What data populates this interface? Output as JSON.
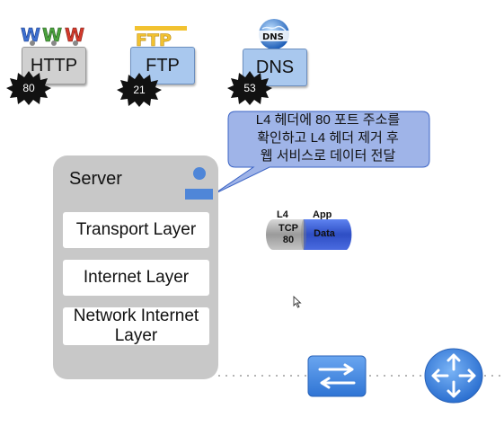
{
  "protocols": [
    {
      "name": "HTTP",
      "port": "80",
      "logo_text": "WWW"
    },
    {
      "name": "FTP",
      "port": "21",
      "logo_text": "FTP"
    },
    {
      "name": "DNS",
      "port": "53",
      "logo_text": "DNS"
    }
  ],
  "callout": {
    "lines": [
      "L4 헤더에 80 포트 주소를",
      "확인하고 L4 헤더 제거 후",
      "웹 서비스로 데이터 전달"
    ]
  },
  "server": {
    "title": "Server",
    "layers": [
      "Transport Layer",
      "Internet Layer",
      "Network Internet Layer"
    ]
  },
  "packet": {
    "header_label": "L4",
    "app_label": "App",
    "tcp_text": "TCP",
    "tcp_port": "80",
    "data_text": "Data"
  },
  "devices": [
    {
      "icon": "switch-icon"
    },
    {
      "icon": "router-icon"
    }
  ],
  "colors": {
    "blue_accent": "#4f86d8",
    "callout_fill": "#9fb4e8",
    "server_gray": "#c8c8c8",
    "packet_blue": "#3a5bd0"
  }
}
